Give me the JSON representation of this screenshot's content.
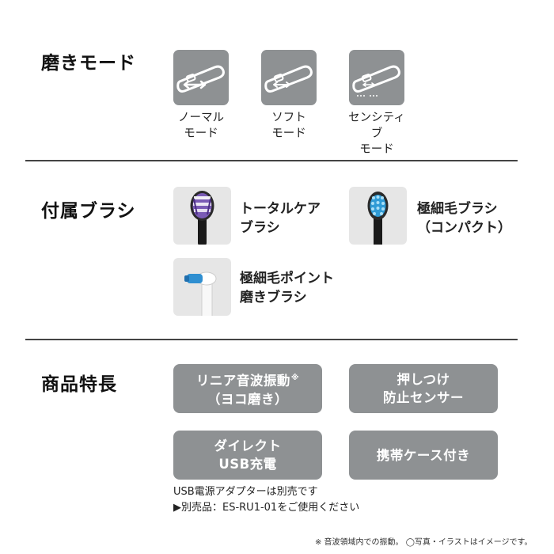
{
  "sections": {
    "modes_title": "磨きモード",
    "brushes_title": "付属ブラシ",
    "features_title": "商品特長"
  },
  "modes": [
    {
      "line1": "ノーマル",
      "line2": "モード",
      "icon": "brush-normal-icon"
    },
    {
      "line1": "ソフト",
      "line2": "モード",
      "icon": "brush-soft-icon"
    },
    {
      "line1": "センシティブ",
      "line2": "モード",
      "icon": "brush-sensitive-icon"
    }
  ],
  "brushes": [
    {
      "line1": "トータルケア",
      "line2": "ブラシ"
    },
    {
      "line1": "極細毛ブラシ",
      "line2": "（コンパクト）"
    },
    {
      "line1": "極細毛ポイント",
      "line2": "磨きブラシ"
    }
  ],
  "features": {
    "linear": {
      "line1": "リニア音波振動",
      "mark": "※",
      "line2": "（ヨコ磨き）"
    },
    "sensor": {
      "line1": "押しつけ",
      "line2": "防止センサー"
    },
    "usb": {
      "line1": "ダイレクト",
      "line2": "USB充電"
    },
    "case": {
      "line1": "携帯ケース付き"
    }
  },
  "notes": {
    "adapter": "USB電源アダプターは別売です",
    "sold_separately": "▶別売品：ES-RU1-01をご使用ください"
  },
  "footnote": "※ 音波領域内での振動。 ◯写真・イラストはイメージです。",
  "colors": {
    "tile_gray": "#8e9193",
    "thumb_bg": "#e6e6e6",
    "purple_bristle": "#7a5bb5",
    "blue_bristle": "#2f9bd6",
    "text": "#111111"
  }
}
